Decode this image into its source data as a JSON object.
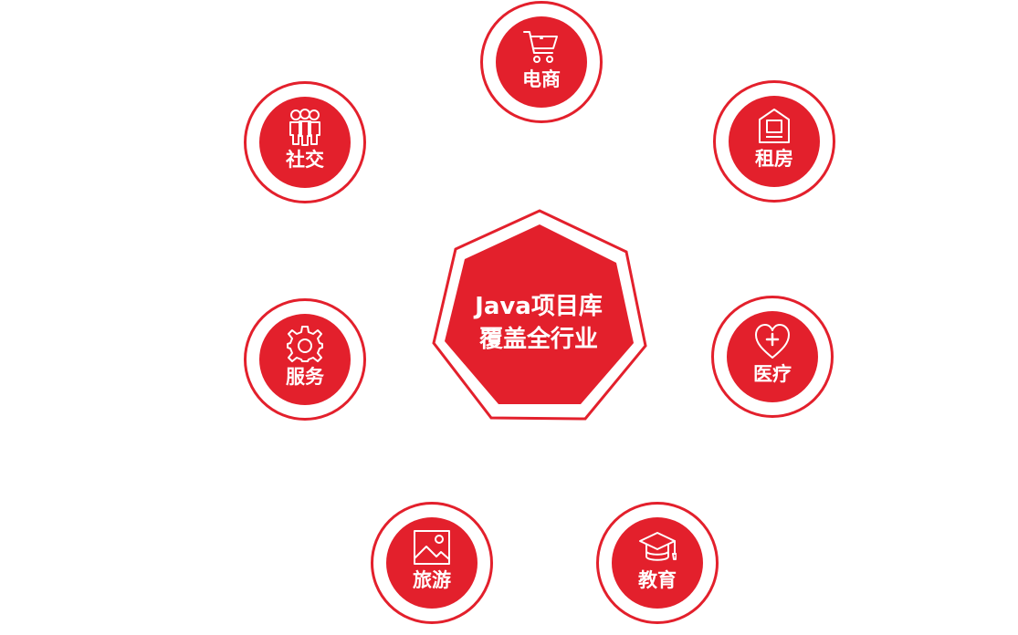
{
  "center": {
    "line1": "Java项目库",
    "line2": "覆盖全行业",
    "color": "#e3202c"
  },
  "nodes": [
    {
      "label": "电商",
      "icon": "shopping-cart-icon"
    },
    {
      "label": "租房",
      "icon": "house-icon"
    },
    {
      "label": "医疗",
      "icon": "heart-plus-icon"
    },
    {
      "label": "教育",
      "icon": "graduation-cap-icon"
    },
    {
      "label": "旅游",
      "icon": "picture-icon"
    },
    {
      "label": "服务",
      "icon": "gear-icon"
    },
    {
      "label": "社交",
      "icon": "people-icon"
    }
  ]
}
